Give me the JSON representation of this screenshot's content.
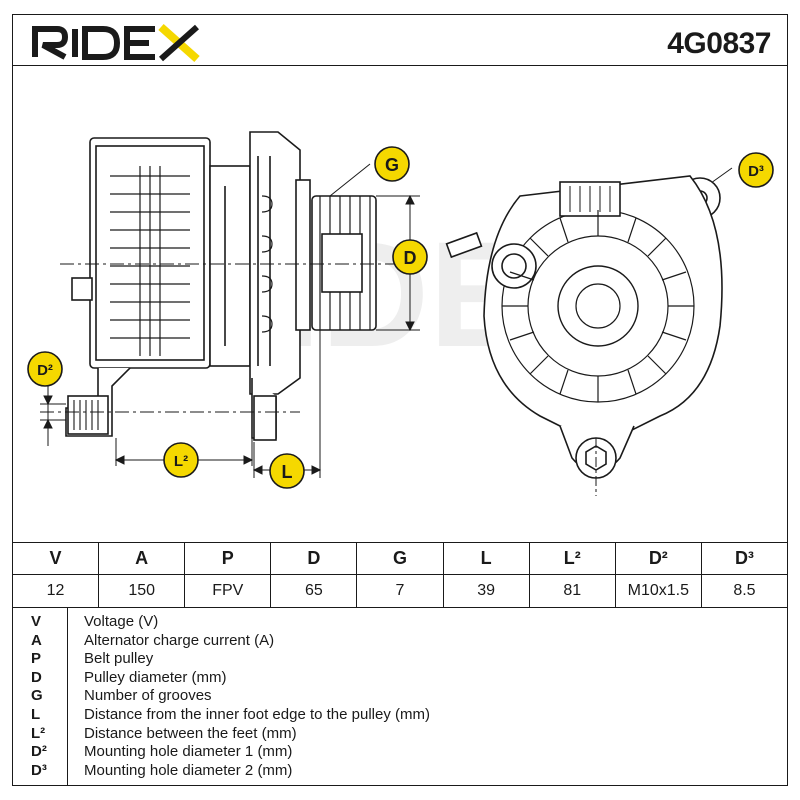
{
  "brand": {
    "name": "RIDEX",
    "accent": "#F5D800"
  },
  "product_code": "4G0837",
  "drawing": {
    "callouts": {
      "G": "G",
      "D": "D",
      "D2": "D²",
      "L2": "L²",
      "L": "L",
      "D3": "D³"
    },
    "watermark": "RIDEX"
  },
  "spec_table": {
    "headers": [
      "V",
      "A",
      "P",
      "D",
      "G",
      "L",
      "L²",
      "D²",
      "D³"
    ],
    "values": [
      "12",
      "150",
      "FPV",
      "65",
      "7",
      "39",
      "81",
      "M10x1.5",
      "8.5"
    ]
  },
  "legend": [
    {
      "key": "V",
      "text": "Voltage (V)"
    },
    {
      "key": "A",
      "text": "Alternator charge current (A)"
    },
    {
      "key": "P",
      "text": "Belt pulley"
    },
    {
      "key": "D",
      "text": "Pulley diameter (mm)"
    },
    {
      "key": "G",
      "text": "Number of grooves"
    },
    {
      "key": "L",
      "text": "Distance from the inner foot edge to the pulley (mm)"
    },
    {
      "key": "L²",
      "text": "Distance between the feet (mm)"
    },
    {
      "key": "D²",
      "text": "Mounting hole diameter 1 (mm)"
    },
    {
      "key": "D³",
      "text": "Mounting hole diameter 2 (mm)"
    }
  ]
}
